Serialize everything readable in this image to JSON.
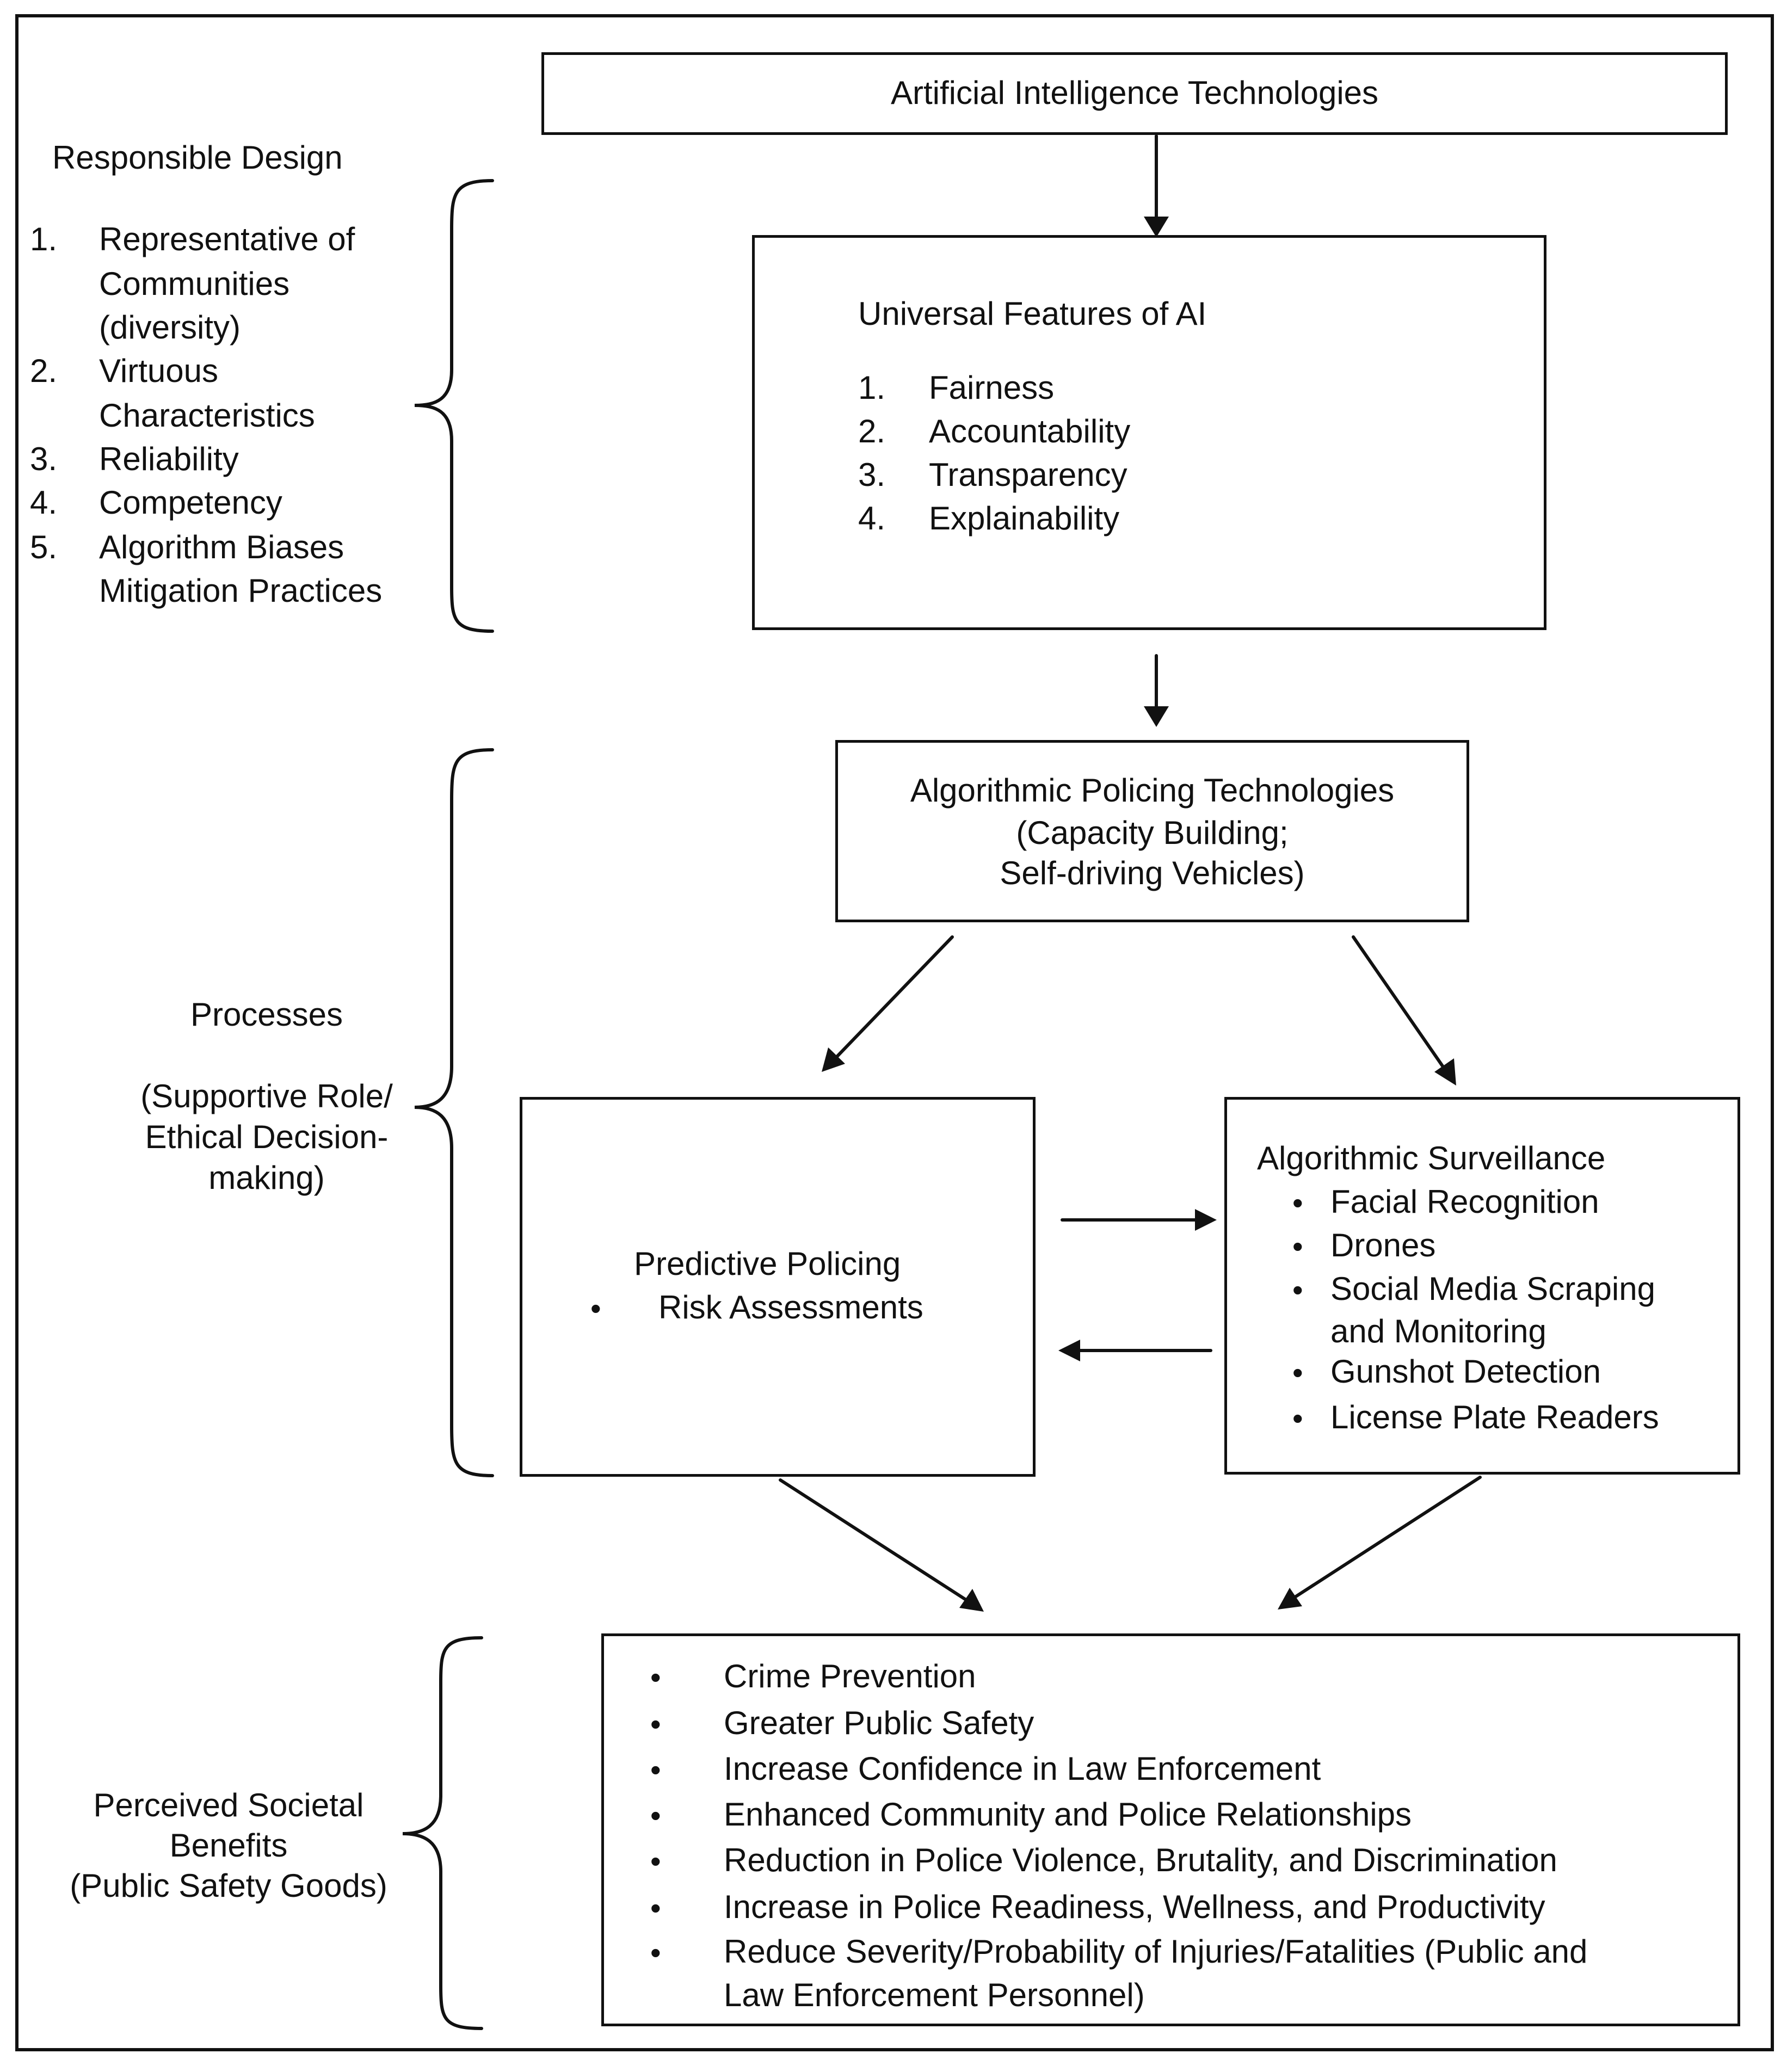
{
  "top_box": {
    "label": "Artificial Intelligence Technologies"
  },
  "universal": {
    "title": "Universal Features of AI",
    "items": [
      {
        "num": "1.",
        "text": "Fairness"
      },
      {
        "num": "2.",
        "text": "Accountability"
      },
      {
        "num": "3.",
        "text": "Transparency"
      },
      {
        "num": "4.",
        "text": "Explainability"
      }
    ]
  },
  "responsible_design": {
    "title": "Responsible Design",
    "items": [
      {
        "num": "1.",
        "lines": [
          "Representative of",
          "Communities",
          "(diversity)"
        ]
      },
      {
        "num": "2.",
        "lines": [
          "Virtuous",
          "Characteristics"
        ]
      },
      {
        "num": "3.",
        "lines": [
          "Reliability"
        ]
      },
      {
        "num": "4.",
        "lines": [
          "Competency"
        ]
      },
      {
        "num": "5.",
        "lines": [
          "Algorithm Biases",
          "Mitigation Practices"
        ]
      }
    ]
  },
  "algorithmic_policing": {
    "line1": "Algorithmic Policing Technologies",
    "line2": "(Capacity Building;",
    "line3": "Self-driving Vehicles)"
  },
  "processes": {
    "title": "Processes",
    "sub1": "(Supportive Role/",
    "sub2": "Ethical Decision-",
    "sub3": "making)"
  },
  "predictive": {
    "title": "Predictive Policing",
    "bullet": "•",
    "item": "Risk Assessments"
  },
  "surveillance": {
    "title": "Algorithmic Surveillance",
    "bullet": "•",
    "items": [
      [
        "Facial Recognition"
      ],
      [
        "Drones"
      ],
      [
        "Social Media Scraping",
        "and Monitoring"
      ],
      [
        "Gunshot Detection"
      ],
      [
        "License Plate Readers"
      ]
    ]
  },
  "benefits_label": {
    "line1": "Perceived Societal",
    "line2": "Benefits",
    "line3": "(Public Safety Goods)"
  },
  "benefits": {
    "bullet": "•",
    "items": [
      [
        "Crime Prevention"
      ],
      [
        "Greater Public Safety"
      ],
      [
        "Increase Confidence in Law Enforcement"
      ],
      [
        "Enhanced Community and Police Relationships"
      ],
      [
        "Reduction in Police Violence, Brutality, and Discrimination"
      ],
      [
        "Increase in Police Readiness, Wellness, and Productivity"
      ],
      [
        "Reduce Severity/Probability of Injuries/Fatalities (Public and",
        "Law Enforcement Personnel)"
      ]
    ]
  }
}
